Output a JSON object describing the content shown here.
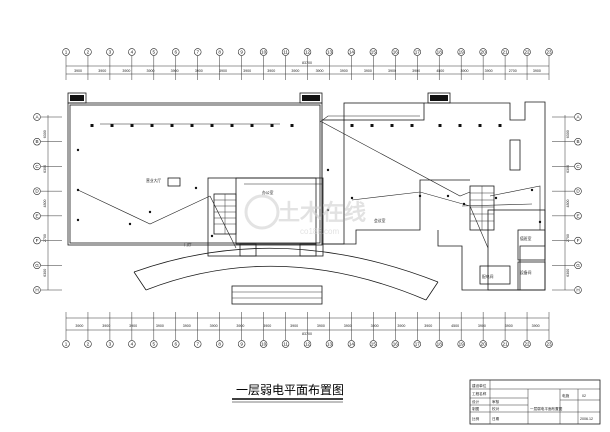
{
  "drawing": {
    "title": "一层弱电平面布置图",
    "watermark_main": "土木在线",
    "watermark_sub": "co188.com"
  },
  "axes_top": [
    "1",
    "2",
    "3",
    "4",
    "5",
    "6",
    "7",
    "8",
    "9",
    "10",
    "11",
    "12",
    "13",
    "14",
    "15",
    "16",
    "17",
    "18",
    "19",
    "20",
    "21",
    "22",
    "23"
  ],
  "axes_bottom": [
    "1",
    "2",
    "3",
    "4",
    "5",
    "6",
    "7",
    "8",
    "9",
    "10",
    "11",
    "12",
    "13",
    "14",
    "15",
    "16",
    "17",
    "18",
    "19",
    "20",
    "21",
    "22",
    "23"
  ],
  "axes_left": [
    "A",
    "B",
    "C",
    "D",
    "E",
    "F",
    "G",
    "H"
  ],
  "axes_right": [
    "A",
    "B",
    "C",
    "D",
    "E",
    "F",
    "G",
    "H"
  ],
  "dims_top": [
    "3900",
    "3900",
    "3900",
    "3900",
    "3900",
    "3900",
    "3900",
    "3900",
    "3900",
    "3900",
    "3900",
    "3900",
    "3900",
    "3900",
    "3900",
    "4500",
    "3900",
    "3900",
    "2700",
    "3900"
  ],
  "dims_top_total": "83700",
  "dims_bottom": [
    "3900",
    "3900",
    "3900",
    "3900",
    "3900",
    "3900",
    "3900",
    "3900",
    "3900",
    "3900",
    "3900",
    "3900",
    "3900",
    "3900",
    "4500",
    "3900",
    "3900",
    "3900"
  ],
  "dims_bottom_total": "83700",
  "dims_left": [
    "6300",
    "6300",
    "4800",
    "2700",
    "6300"
  ],
  "dims_right": [
    "6300",
    "6300",
    "4800",
    "2700",
    "6300"
  ],
  "rooms": {
    "hall": "营业大厅",
    "office": "办公室",
    "lobby": "门厅",
    "meeting": "会议室",
    "duty": "值班室",
    "equipment": "设备间",
    "electrical": "配电间"
  },
  "title_block": {
    "r1": "建设单位",
    "r2": "工程名称",
    "r3a": "设计",
    "r3b": "审核",
    "r4a": "制图",
    "r4b": "校对",
    "r5a": "比例",
    "r5b": "日期",
    "sheet_name": "一层弱电平面布置图",
    "drawing_no": "电施",
    "sheet_no": "02",
    "date": "2006.12"
  }
}
